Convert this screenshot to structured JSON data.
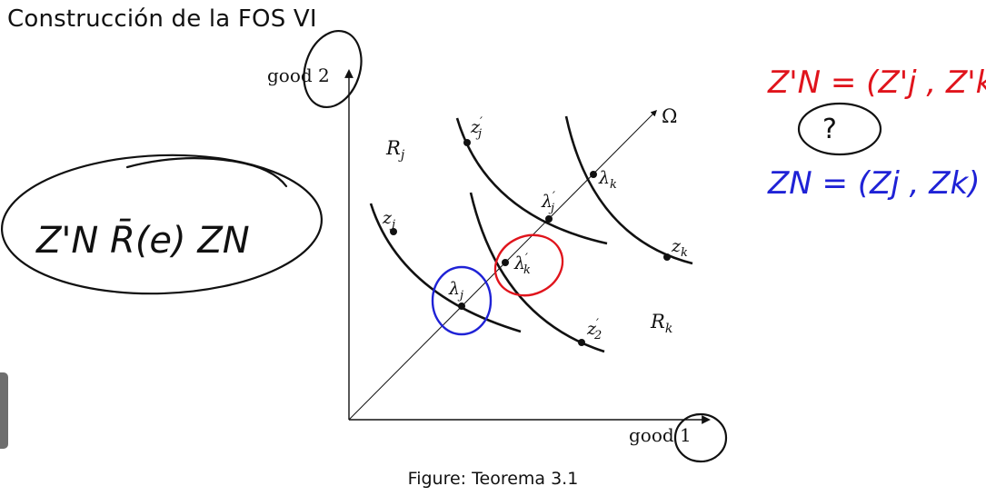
{
  "slide": {
    "title": "Construcción de la FOS VI",
    "caption": "Figure: Teorema 3.1"
  },
  "figure": {
    "axis_y_label": "good 2",
    "axis_x_label": "good 1",
    "ray_label": "Ω",
    "region_j_label": "R",
    "region_j_sub": "j",
    "region_k_label": "R",
    "region_k_sub": "k",
    "points": {
      "z_j": "z",
      "z_j_sub": "j",
      "z_j_prime": "z",
      "z_j_prime_sub": "j",
      "z_k": "z",
      "z_k_sub": "k",
      "z_2_prime": "z",
      "z_2_prime_sub": "2",
      "lambda_j": "λ",
      "lambda_j_sub": "j",
      "lambda_j_prime": "λ",
      "lambda_j_prime_sub": "j",
      "lambda_k": "λ",
      "lambda_k_sub": "k",
      "lambda_k_prime": "λ",
      "lambda_k_prime_sub": "k"
    }
  },
  "annotations": {
    "left_note": "Z'N R̄(e) ZN",
    "red_note": "Z'N = (Z'j , Z'k)",
    "blue_note": "ZN = (Zj , Zk)",
    "question_mark": "?",
    "colors": {
      "red": "#e0141c",
      "blue": "#1f22d6",
      "ink": "#111111"
    }
  }
}
